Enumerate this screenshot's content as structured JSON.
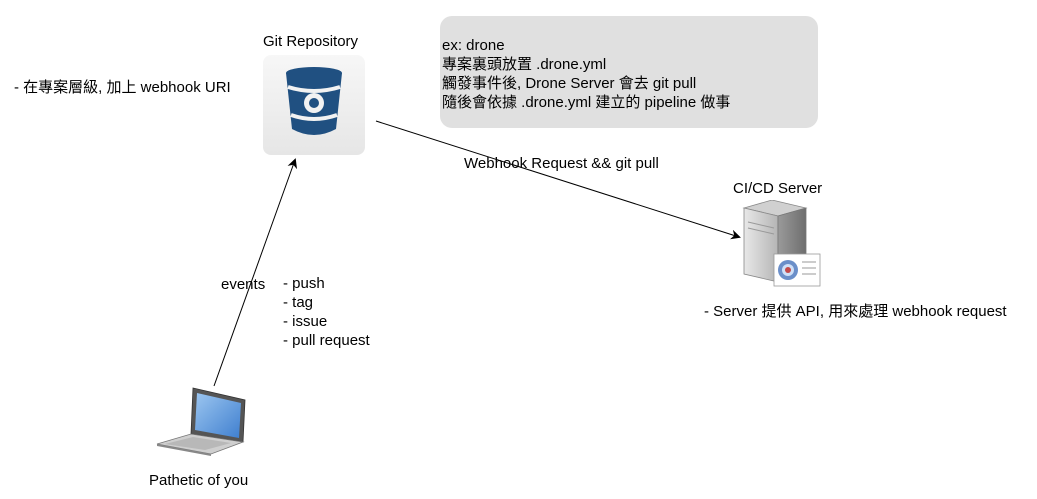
{
  "nodes": {
    "git_repository": {
      "label": "Git Repository"
    },
    "ci_server": {
      "label": "CI/CD Server"
    },
    "laptop": {
      "label": "Pathetic of you"
    }
  },
  "notes": {
    "project_level": "- 在專案層級, 加上 webhook URI",
    "drone_lines": [
      "ex: drone",
      "專案裏頭放置 .drone.yml",
      "觸發事件後, Drone Server 會去 git pull",
      "隨後會依據 .drone.yml 建立的 pipeline 做事"
    ],
    "server_note": "- Server 提供 API, 用來處理 webhook request"
  },
  "edges": {
    "webhook_label": "Webhook Request && git pull",
    "events_label": "events",
    "event_types": [
      "- push",
      "- tag",
      "- issue",
      "- pull request"
    ]
  },
  "colors": {
    "note_background": "#e0e0e0",
    "bucket_blue": "#205081",
    "icon_tile": "#eeeeee",
    "laptop_screen": "#4a90d9",
    "server_grey": "#8c8c8c"
  },
  "icons": {
    "git_repository": "bitbucket-bucket-icon",
    "ci_server": "server-tower-icon",
    "laptop": "laptop-icon"
  }
}
